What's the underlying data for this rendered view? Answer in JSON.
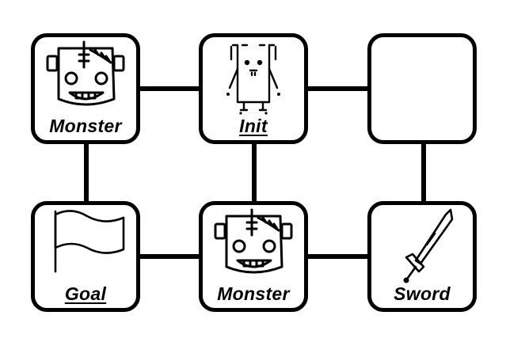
{
  "grid": {
    "rows": 2,
    "cols": 3,
    "rooms": [
      {
        "row": 0,
        "col": 0,
        "label": "Monster",
        "icon": "monster-icon",
        "underlined": false
      },
      {
        "row": 0,
        "col": 1,
        "label": "Init",
        "icon": "robot-icon",
        "underlined": true
      },
      {
        "row": 0,
        "col": 2,
        "label": "",
        "icon": "",
        "underlined": false
      },
      {
        "row": 1,
        "col": 0,
        "label": "Goal",
        "icon": "flag-icon",
        "underlined": true
      },
      {
        "row": 1,
        "col": 1,
        "label": "Monster",
        "icon": "monster-icon",
        "underlined": false
      },
      {
        "row": 1,
        "col": 2,
        "label": "Sword",
        "icon": "sword-icon",
        "underlined": false
      }
    ],
    "connections": [
      {
        "from": [
          0,
          0
        ],
        "to": [
          0,
          1
        ]
      },
      {
        "from": [
          0,
          1
        ],
        "to": [
          0,
          2
        ]
      },
      {
        "from": [
          0,
          0
        ],
        "to": [
          1,
          0
        ]
      },
      {
        "from": [
          0,
          1
        ],
        "to": [
          1,
          1
        ]
      },
      {
        "from": [
          0,
          2
        ],
        "to": [
          1,
          2
        ]
      },
      {
        "from": [
          1,
          0
        ],
        "to": [
          1,
          1
        ]
      },
      {
        "from": [
          1,
          1
        ],
        "to": [
          1,
          2
        ]
      }
    ]
  }
}
